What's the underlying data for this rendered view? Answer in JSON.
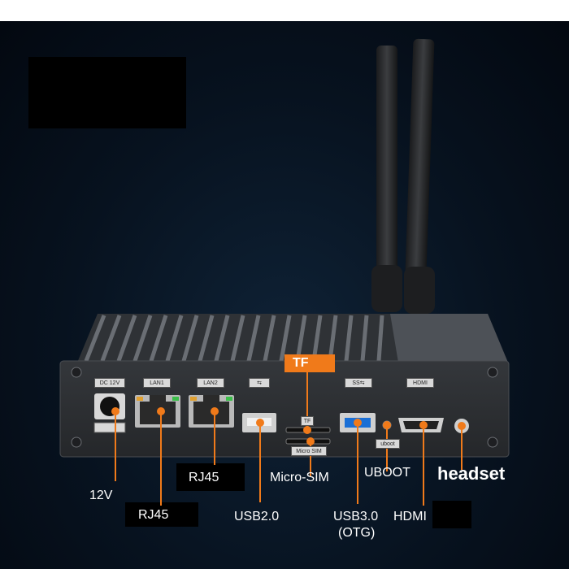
{
  "image": {
    "labels": {
      "v12": "12V",
      "rj45_a": "RJ45",
      "rj45_b": "RJ45",
      "micro_sim": "Micro-SIM",
      "uboot": "UBOOT",
      "headset": "headset",
      "usb20": "USB2.0",
      "usb30": "USB3.0",
      "otg": "(OTG)",
      "hdmi": "HDMI",
      "tf": "TF"
    },
    "panel_tags": {
      "dc": "DC 12V",
      "lan1": "LAN1",
      "lan2": "LAN2",
      "usb_symbol": "⇆",
      "ss": "SS⇆",
      "hdmi": "HDMI",
      "tf_small": "TF",
      "micro_sim_small": "Micro SIM",
      "uboot_small": "uboot"
    },
    "colors": {
      "accent": "#f07a1a",
      "background": "#07121f",
      "device_body": "#3a3d42",
      "panel": "#2a2c30",
      "usb3_blue": "#1a6fd6"
    }
  }
}
